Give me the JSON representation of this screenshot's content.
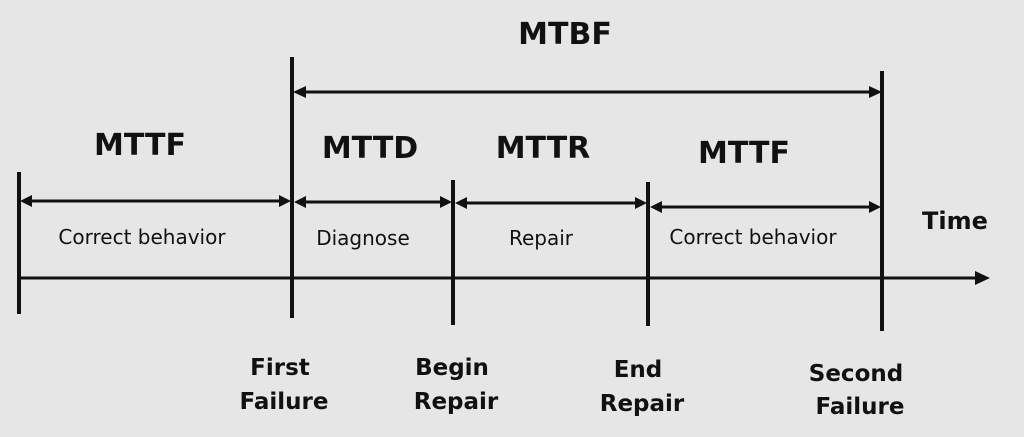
{
  "title": "MTBF",
  "axis_label": "Time",
  "spans": {
    "mttf_first": "MTTF",
    "mttd": "MTTD",
    "mttr": "MTTR",
    "mttf_second": "MTTF"
  },
  "segments": {
    "correct_behavior_first": "Correct behavior",
    "diagnose": "Diagnose",
    "repair": "Repair",
    "correct_behavior_second": "Correct behavior"
  },
  "events": {
    "first_failure": [
      "First",
      "Failure"
    ],
    "begin_repair": [
      "Begin",
      "Repair"
    ],
    "end_repair": [
      "End",
      "Repair"
    ],
    "second_failure": [
      "Second",
      "Failure"
    ]
  },
  "colors": {
    "background": "#e6e6e6",
    "ink": "#111111"
  }
}
